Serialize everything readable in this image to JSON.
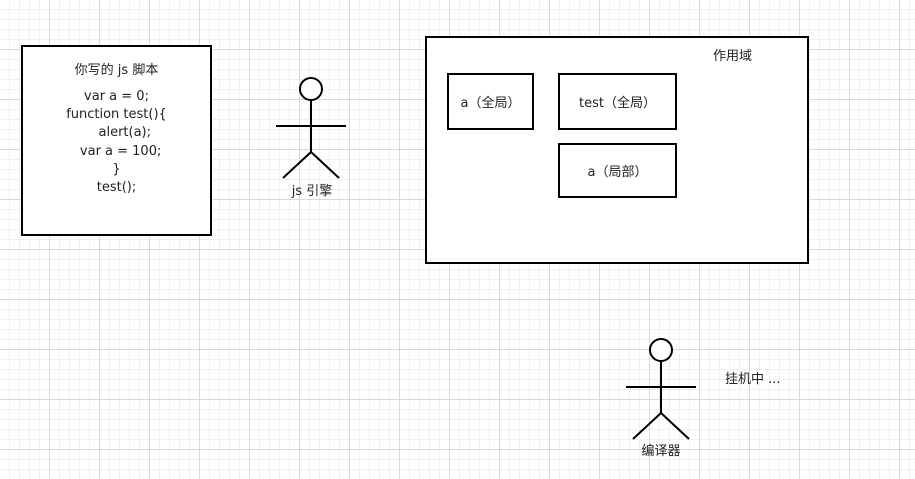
{
  "script_box": {
    "title": "你写的 js 脚本",
    "code_lines": [
      "var a = 0;",
      "function test(){",
      "    alert(a);",
      "  var a = 100;",
      "}",
      "test();"
    ]
  },
  "js_engine": {
    "label": "js 引擎"
  },
  "scope": {
    "title": "作用域",
    "items": [
      {
        "label": "a（全局）"
      },
      {
        "label": "test（全局）"
      },
      {
        "label": "a（局部）"
      }
    ]
  },
  "compiler": {
    "label": "编译器",
    "status": "挂机中 ..."
  },
  "colors": {
    "stroke": "#000000",
    "grid_major": "#d9d9d9",
    "grid_minor": "#f0f0f0",
    "background": "#ffffff"
  }
}
